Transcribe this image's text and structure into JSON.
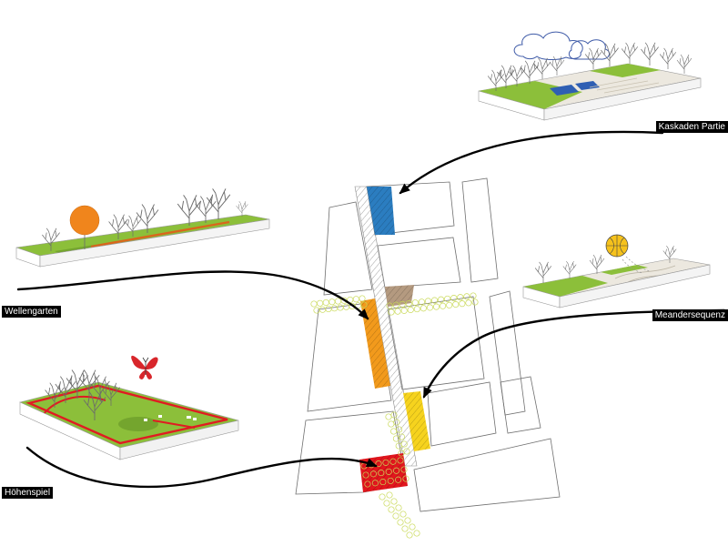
{
  "zones": [
    {
      "label": "Kaskaden Partie",
      "color": "#2b7dc0"
    },
    {
      "label": "Wellengarten",
      "color": "#f29a1c"
    },
    {
      "label": "Meandersequenz",
      "color": "#f6d31e"
    },
    {
      "label": "Höhenspiel",
      "color": "#e2161d"
    }
  ],
  "colors": {
    "plaza": "#b49a80",
    "lawn": "#8cbf3a",
    "lawn_dark": "#74a52e",
    "water": "#2f5fb3",
    "paving": "#ece8df",
    "path_markers": "#c9d958",
    "orange_tree": "#f0851c",
    "wave_path": "#d9661c",
    "edging": "#e01b22",
    "basketball": "#f6c21c",
    "butterfly": "#d8262b",
    "cloud": "#3f5ba8"
  }
}
